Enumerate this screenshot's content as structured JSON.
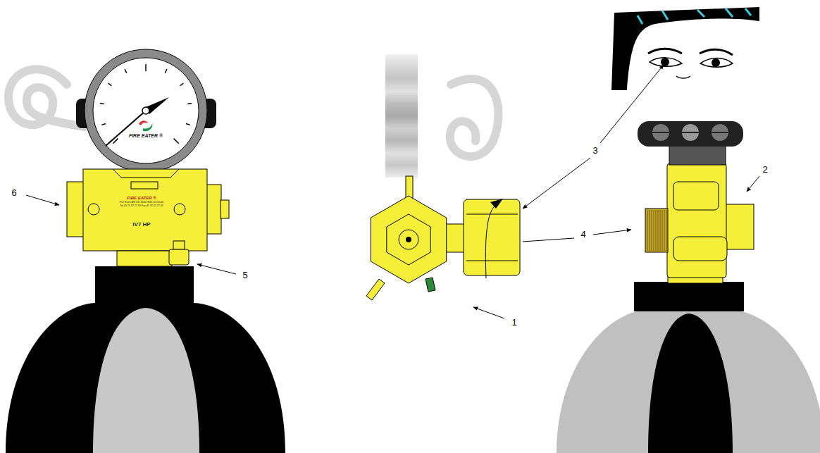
{
  "diagram": {
    "nodes": [
      {
        "text": [
          "FIRE EATER ®"
        ]
      },
      {
        "text": [
          "FIRE EATER ®",
          "Fire Eater A/S DK-3540 Helle Denmark",
          "Tel 45 76 32 27 69 Fax 45 76 32 27 69"
        ]
      },
      {
        "text": [
          "IV7 HP"
        ],
        "in": 1
      },
      {
        "text": [
          "6"
        ]
      },
      {
        "text": [
          "5"
        ]
      },
      {
        "text": [
          "1"
        ]
      },
      {
        "text": [
          "3"
        ]
      },
      {
        "text": [
          "2"
        ]
      },
      {
        "text": [
          "4"
        ]
      }
    ]
  }
}
